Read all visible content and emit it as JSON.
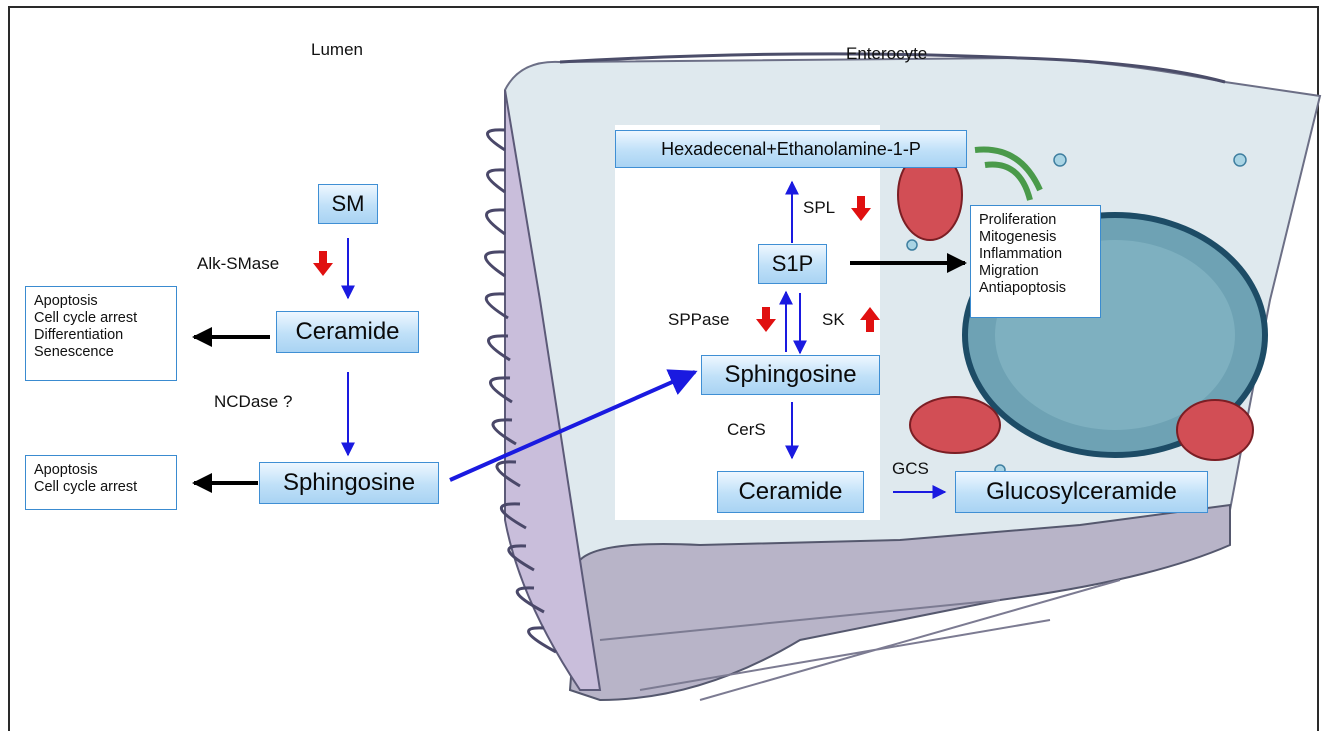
{
  "headers": {
    "lumen": "Lumen",
    "enterocyte": "Enterocyte"
  },
  "lumen": {
    "sm": "SM",
    "alk_smase": "Alk-SMase",
    "ceramide": "Ceramide",
    "ncdase": "NCDase ?",
    "sphingosine": "Sphingosine",
    "outcomes_ceramide": [
      "Apoptosis",
      "Cell cycle arrest",
      "Differentiation",
      "Senescence"
    ],
    "outcomes_sphingosine": [
      "Apoptosis",
      "Cell cycle arrest"
    ]
  },
  "cell": {
    "hexadecenal": "Hexadecenal+Ethanolamine-1-P",
    "spl": "SPL",
    "s1p": "S1P",
    "sppase": "SPPase",
    "sk": "SK",
    "sphingosine": "Sphingosine",
    "cers": "CerS",
    "ceramide": "Ceramide",
    "gcs": "GCS",
    "glucosylceramide": "Glucosylceramide",
    "outcomes_s1p": [
      "Proliferation",
      "Mitogenesis",
      "Inflammation",
      "Migration",
      "Antiapoptosis"
    ]
  },
  "colors": {
    "pathway_arrow": "#1a1ae0",
    "regulation_arrow": "#e01010",
    "effect_arrow": "#000000",
    "box_border": "#3f8fd4"
  },
  "regulation": {
    "alk_smase": "down",
    "spl": "down",
    "sppase": "down",
    "sk": "up"
  }
}
